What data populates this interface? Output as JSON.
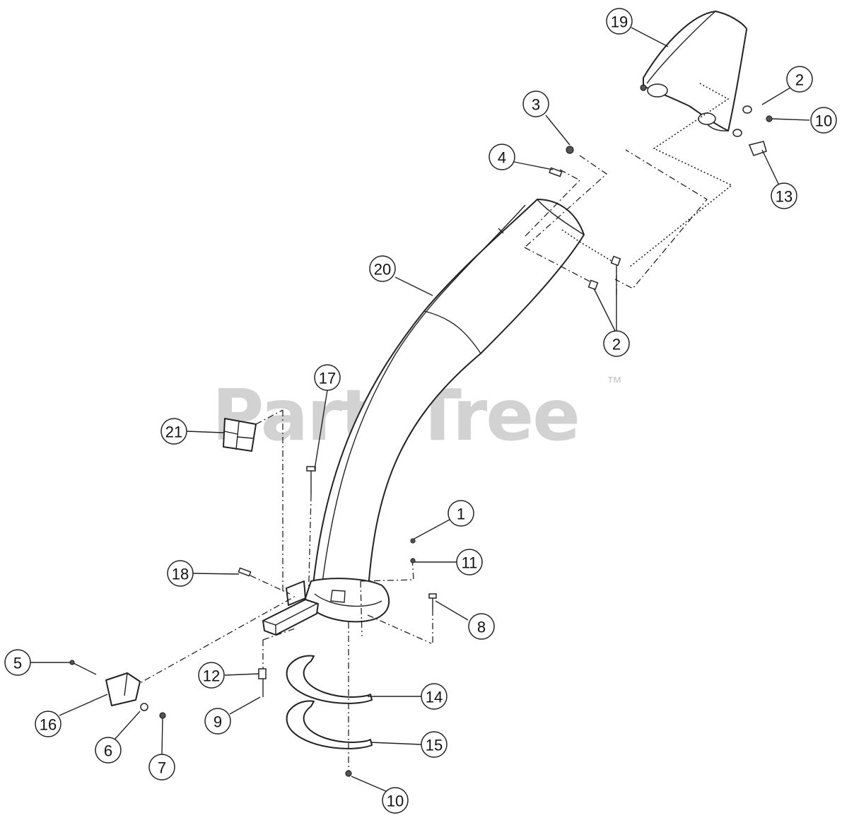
{
  "watermark": {
    "text": "PartsTree",
    "trademark": "™"
  },
  "callouts": [
    {
      "id": "c19",
      "label": "19"
    },
    {
      "id": "c2a",
      "label": "2"
    },
    {
      "id": "c10a",
      "label": "10"
    },
    {
      "id": "c3",
      "label": "3"
    },
    {
      "id": "c4",
      "label": "4"
    },
    {
      "id": "c13",
      "label": "13"
    },
    {
      "id": "c20",
      "label": "20"
    },
    {
      "id": "c2b",
      "label": "2"
    },
    {
      "id": "c17",
      "label": "17"
    },
    {
      "id": "c21",
      "label": "21"
    },
    {
      "id": "c1",
      "label": "1"
    },
    {
      "id": "c11",
      "label": "11"
    },
    {
      "id": "c18",
      "label": "18"
    },
    {
      "id": "c8",
      "label": "8"
    },
    {
      "id": "c5",
      "label": "5"
    },
    {
      "id": "c12",
      "label": "12"
    },
    {
      "id": "c14",
      "label": "14"
    },
    {
      "id": "c16",
      "label": "16"
    },
    {
      "id": "c9",
      "label": "9"
    },
    {
      "id": "c6",
      "label": "6"
    },
    {
      "id": "c7",
      "label": "7"
    },
    {
      "id": "c15",
      "label": "15"
    },
    {
      "id": "c10b",
      "label": "10"
    }
  ]
}
